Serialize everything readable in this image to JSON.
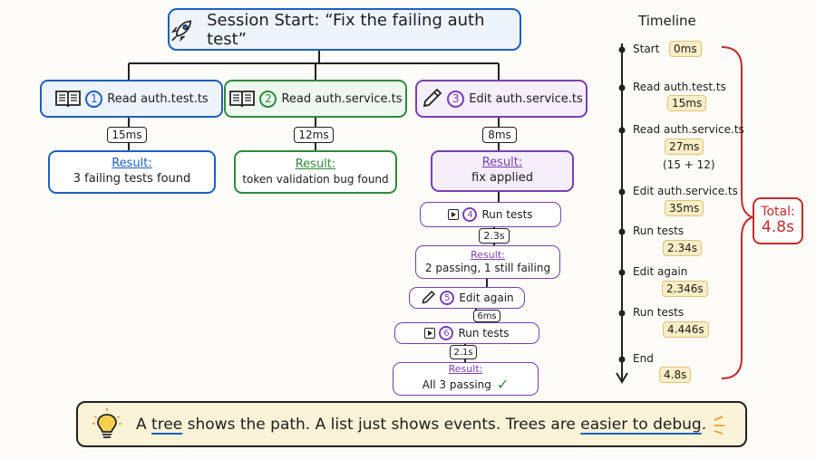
{
  "title": "Session Start: “Fix the failing auth test”",
  "steps": [
    {
      "num": "1",
      "label": "Read auth.test.ts",
      "time": "15ms",
      "result_label": "Result:",
      "result": "3 failing tests found",
      "color": "#1f5fbf",
      "icon": "book-icon"
    },
    {
      "num": "2",
      "label": "Read auth.service.ts",
      "time": "12ms",
      "result_label": "Result:",
      "result": "token validation bug found",
      "color": "#2e8b3a",
      "icon": "book-icon"
    },
    {
      "num": "3",
      "label": "Edit auth.service.ts",
      "time": "8ms",
      "result_label": "Result:",
      "result": "fix applied",
      "color": "#7a3fb0",
      "icon": "pencil-icon"
    }
  ],
  "substeps": [
    {
      "num": "4",
      "label": "Run tests",
      "time": "2.3s",
      "result_label": "Result:",
      "result": "2 passing, 1 still failing",
      "icon": "play-icon"
    },
    {
      "num": "5",
      "label": "Edit again",
      "time": "6ms",
      "icon": "pencil-icon"
    },
    {
      "num": "6",
      "label": "Run tests",
      "time": "2.1s",
      "result_label": "Result:",
      "result": "All 3 passing",
      "icon": "play-icon"
    }
  ],
  "timeline": {
    "title": "Timeline",
    "events": [
      {
        "label": "Start",
        "badge": "0ms"
      },
      {
        "label": "Read auth.test.ts",
        "badge": "15ms"
      },
      {
        "label": "Read auth.service.ts",
        "badge": "27ms",
        "note": "(15 + 12)"
      },
      {
        "label": "Edit auth.service.ts",
        "badge": "35ms"
      },
      {
        "label": "Run tests",
        "badge": "2.34s"
      },
      {
        "label": "Edit again",
        "badge": "2.346s"
      },
      {
        "label": "Run tests",
        "badge": "4.446s"
      },
      {
        "label": "End",
        "badge": "4.8s"
      }
    ],
    "total_label": "Total:",
    "total": "4.8s"
  },
  "footer": {
    "p1": "A ",
    "w1": "tree",
    "p2": " shows the path. A list just shows events. Trees are ",
    "w2": "easier to debug",
    "p3": "."
  },
  "colors": {
    "blue": "#1f5fbf",
    "green": "#2e8b3a",
    "purple": "#7a3fb0",
    "red": "#c42b2b",
    "check": "#2e8b3a"
  }
}
